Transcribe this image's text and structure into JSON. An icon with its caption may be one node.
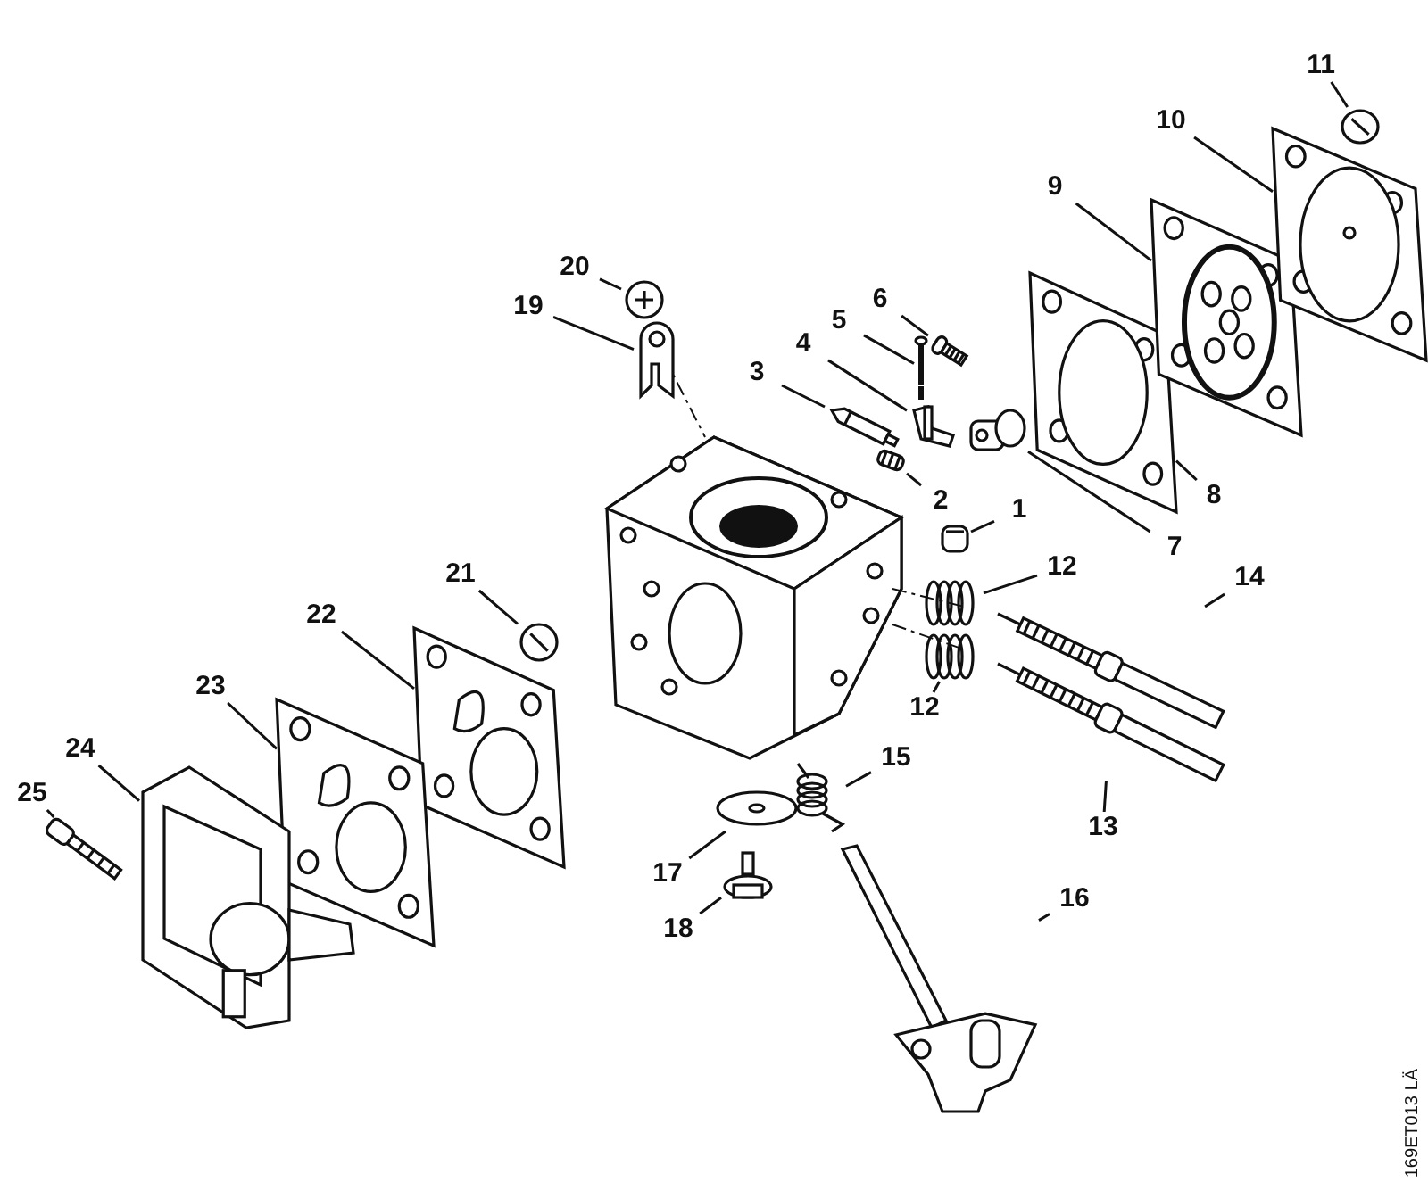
{
  "diagram": {
    "nodes": [
      {
        "text": [
          "1"
        ]
      },
      {
        "text": [
          "2"
        ]
      },
      {
        "text": [
          "3"
        ]
      },
      {
        "text": [
          "4"
        ]
      },
      {
        "text": [
          "5"
        ]
      },
      {
        "text": [
          "6"
        ]
      },
      {
        "text": [
          "7"
        ]
      },
      {
        "text": [
          "8"
        ]
      },
      {
        "text": [
          "9"
        ]
      },
      {
        "text": [
          "10"
        ]
      },
      {
        "text": [
          "11"
        ]
      },
      {
        "text": [
          "12"
        ]
      },
      {
        "text": [
          "12"
        ]
      },
      {
        "text": [
          "13"
        ]
      },
      {
        "text": [
          "14"
        ]
      },
      {
        "text": [
          "15"
        ]
      },
      {
        "text": [
          "16"
        ]
      },
      {
        "text": [
          "17"
        ]
      },
      {
        "text": [
          "18"
        ]
      },
      {
        "text": [
          "19"
        ]
      },
      {
        "text": [
          "20"
        ]
      },
      {
        "text": [
          "21"
        ]
      },
      {
        "text": [
          "22"
        ]
      },
      {
        "text": [
          "23"
        ]
      },
      {
        "text": [
          "24"
        ]
      },
      {
        "text": [
          "25"
        ]
      },
      {
        "text": [],
        "shape": "picture"
      },
      {
        "text": [],
        "shape": "picture"
      },
      {
        "text": [],
        "shape": "picture"
      },
      {
        "text": [],
        "shape": "picture"
      },
      {
        "text": [],
        "shape": "picture"
      },
      {
        "text": [],
        "shape": "picture"
      },
      {
        "text": [],
        "shape": "picture"
      },
      {
        "text": [],
        "shape": "picture"
      },
      {
        "text": [],
        "shape": "picture"
      },
      {
        "text": [],
        "shape": "picture"
      },
      {
        "text": [],
        "shape": "picture"
      },
      {
        "text": [],
        "shape": "picture"
      },
      {
        "text": [],
        "shape": "picture"
      },
      {
        "text": [],
        "shape": "picture"
      },
      {
        "text": [],
        "shape": "picture"
      },
      {
        "text": [],
        "shape": "picture"
      },
      {
        "text": [],
        "shape": "picture"
      },
      {
        "text": [],
        "shape": "picture"
      },
      {
        "text": [],
        "shape": "picture"
      },
      {
        "text": [],
        "shape": "picture"
      },
      {
        "text": [],
        "shape": "picture"
      },
      {
        "text": [],
        "shape": "picture"
      },
      {
        "text": [],
        "shape": "picture"
      },
      {
        "text": [],
        "shape": "picture"
      },
      {
        "text": [],
        "shape": "picture"
      },
      {
        "text": [],
        "shape": "picture"
      }
    ],
    "edges": [
      {
        "from": 0,
        "to": 26,
        "arrow": "none"
      },
      {
        "from": 1,
        "to": 27,
        "arrow": "none"
      },
      {
        "from": 2,
        "to": 28,
        "arrow": "none"
      },
      {
        "from": 3,
        "to": 29,
        "arrow": "none"
      },
      {
        "from": 4,
        "to": 30,
        "arrow": "none"
      },
      {
        "from": 5,
        "to": 31,
        "arrow": "none"
      },
      {
        "from": 6,
        "to": 32,
        "arrow": "none"
      },
      {
        "from": 7,
        "to": 33,
        "arrow": "none"
      },
      {
        "from": 8,
        "to": 34,
        "arrow": "none"
      },
      {
        "from": 9,
        "to": 35,
        "arrow": "none"
      },
      {
        "from": 10,
        "to": 36,
        "arrow": "none"
      },
      {
        "from": 11,
        "to": 37,
        "arrow": "none"
      },
      {
        "from": 12,
        "to": 38,
        "arrow": "none"
      },
      {
        "from": 13,
        "to": 39,
        "arrow": "none"
      },
      {
        "from": 14,
        "to": 40,
        "arrow": "none"
      },
      {
        "from": 15,
        "to": 41,
        "arrow": "none"
      },
      {
        "from": 16,
        "to": 42,
        "arrow": "none"
      },
      {
        "from": 17,
        "to": 43,
        "arrow": "none"
      },
      {
        "from": 18,
        "to": 44,
        "arrow": "none"
      },
      {
        "from": 19,
        "to": 45,
        "arrow": "none"
      },
      {
        "from": 20,
        "to": 46,
        "arrow": "none"
      },
      {
        "from": 21,
        "to": 47,
        "arrow": "none"
      },
      {
        "from": 22,
        "to": 48,
        "arrow": "none"
      },
      {
        "from": 23,
        "to": 49,
        "arrow": "none"
      },
      {
        "from": 24,
        "to": 50,
        "arrow": "none"
      },
      {
        "from": 25,
        "to": 51,
        "arrow": "none"
      }
    ],
    "labels": [
      "169ET013 LÄ"
    ]
  }
}
